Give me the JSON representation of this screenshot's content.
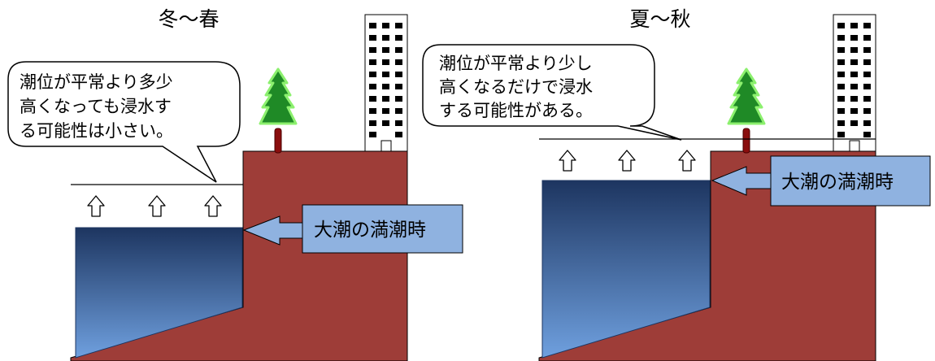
{
  "panels": [
    {
      "title": "冬～春",
      "bubble_lines": [
        "潮位が平常より多少",
        "高くなっても浸水す",
        "る可能性は小さい。"
      ],
      "callout": "大潮の満潮時"
    },
    {
      "title": "夏～秋",
      "bubble_lines": [
        "潮位が平常より少し",
        "高くなるだけで浸水",
        "する可能性がある。"
      ],
      "callout": "大潮の満潮時"
    }
  ],
  "colors": {
    "ground": "#9e3d38",
    "water_top": "#1d3560",
    "water_bottom": "#6fa0df",
    "tree_green": "#1f8a26",
    "tree_trunk": "#8a0e0e",
    "callout_fill": "#8fb2e0"
  }
}
